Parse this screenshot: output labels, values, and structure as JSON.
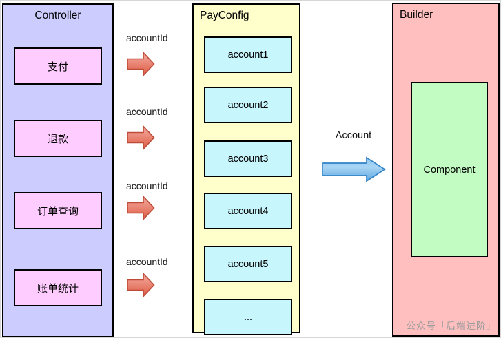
{
  "controller": {
    "title": "Controller",
    "items": [
      "支付",
      "退款",
      "订单查询",
      "账单统计"
    ]
  },
  "payconfig": {
    "title": "PayConfig",
    "items": [
      "account1",
      "account2",
      "account3",
      "account4",
      "account5",
      "..."
    ]
  },
  "builder": {
    "title": "Builder",
    "component": "Component"
  },
  "arrows": {
    "account_id_label": "accountId",
    "account_label": "Account"
  },
  "watermark": "公众号「后端进阶」",
  "colors": {
    "controller_bg": "#ccccff",
    "controller_item_bg": "#ffccff",
    "payconfig_bg": "#ffffcc",
    "payconfig_item_bg": "#c7f6fd",
    "builder_bg": "#ffbfbf",
    "component_bg": "#c3fcc3",
    "red_arrow_fill": "#e0614c",
    "red_arrow_border": "#be4b38",
    "blue_arrow_fill": "#7fb9ea",
    "blue_arrow_border": "#3183c8",
    "watermark_color": "#9c9c9c"
  }
}
